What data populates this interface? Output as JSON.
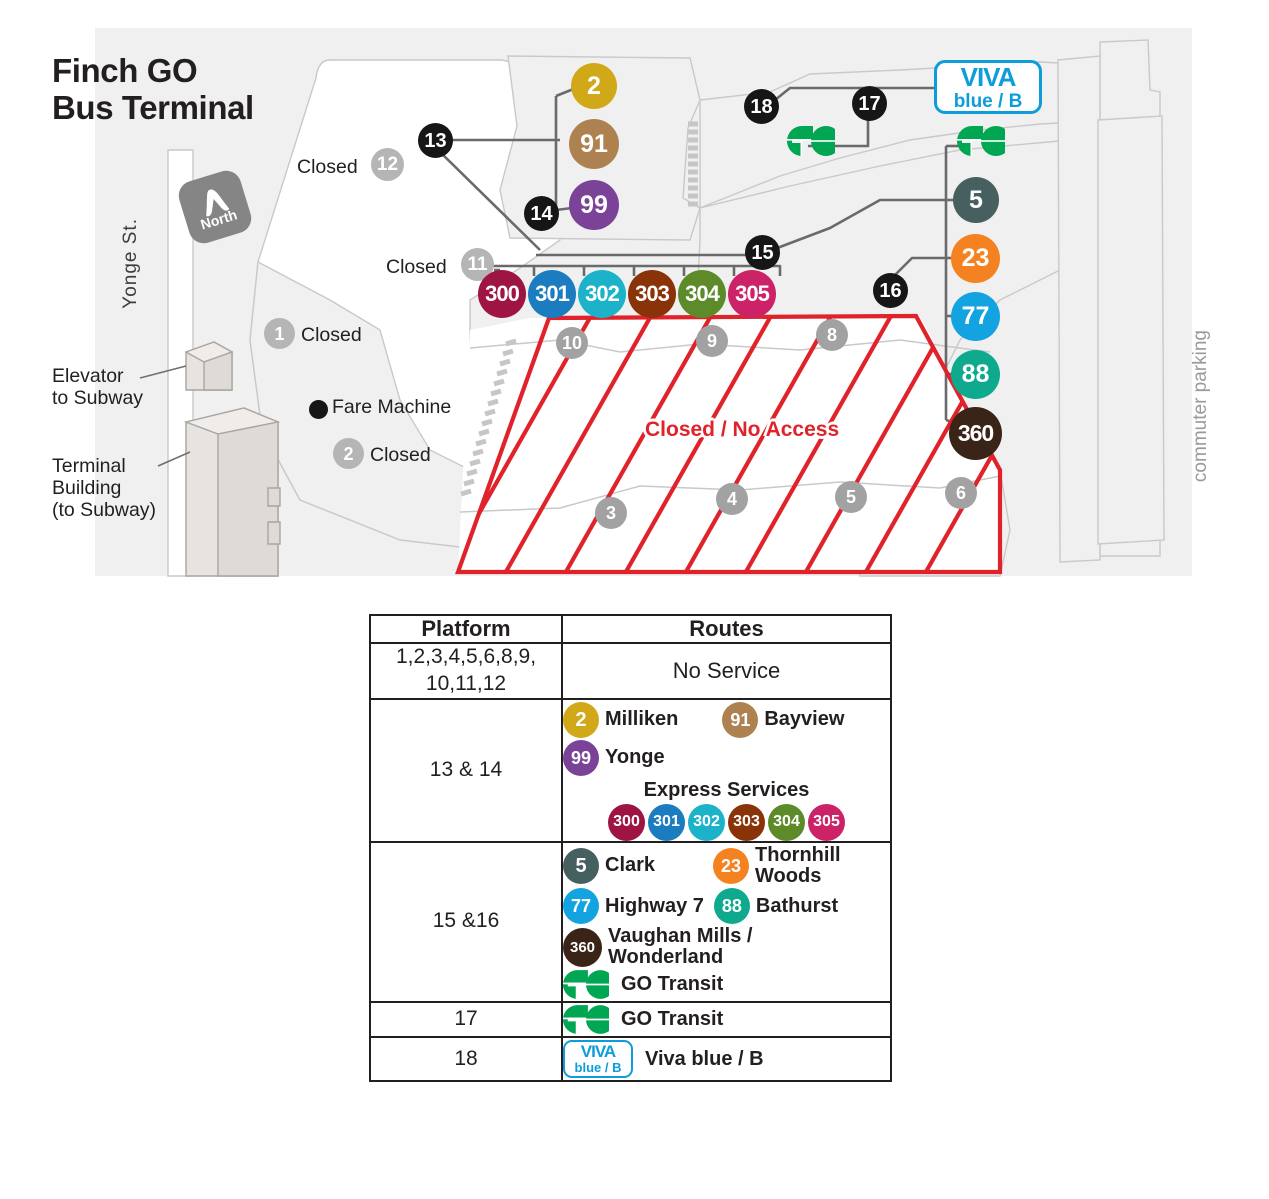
{
  "map": {
    "title": "Finch GO\nBus Terminal",
    "street_label": "Yonge  St.",
    "parking_label": "commuter parking",
    "north_label": "North",
    "fare_machine_label": "Fare Machine",
    "elevator_label": "Elevator\nto Subway",
    "terminal_label": "Terminal\nBuilding\n(to Subway)",
    "closed_zone_label": "Closed / No Access",
    "closed_word": "Closed",
    "viva": {
      "top": "VIVA",
      "bottom": "blue / B"
    },
    "route_badges": [
      {
        "id": "2",
        "label": "2",
        "color": "#d0a818"
      },
      {
        "id": "91",
        "label": "91",
        "color": "#ae8250"
      },
      {
        "id": "99",
        "label": "99",
        "color": "#7b4397"
      },
      {
        "id": "300",
        "label": "300",
        "color": "#9e1443"
      },
      {
        "id": "301",
        "label": "301",
        "color": "#1b7cc0"
      },
      {
        "id": "302",
        "label": "302",
        "color": "#1cb3ca"
      },
      {
        "id": "303",
        "label": "303",
        "color": "#8a3309"
      },
      {
        "id": "304",
        "label": "304",
        "color": "#5d8b2a"
      },
      {
        "id": "305",
        "label": "305",
        "color": "#cc2267"
      },
      {
        "id": "5",
        "label": "5",
        "color": "#45605e"
      },
      {
        "id": "23",
        "label": "23",
        "color": "#f58220"
      },
      {
        "id": "77",
        "label": "77",
        "color": "#13a3e0"
      },
      {
        "id": "88",
        "label": "88",
        "color": "#0faa8e"
      },
      {
        "id": "360",
        "label": "360",
        "color": "#3a2317"
      }
    ],
    "platform_markers_black": [
      "13",
      "14",
      "15",
      "16",
      "17",
      "18"
    ],
    "platform_markers_grey": [
      "1",
      "2",
      "3",
      "4",
      "5",
      "6",
      "8",
      "9",
      "10",
      "11",
      "12"
    ],
    "closed_labels": [
      {
        "platform": "12",
        "text": "Closed"
      },
      {
        "platform": "11",
        "text": "Closed"
      },
      {
        "platform": "1",
        "text": "Closed"
      },
      {
        "platform": "2",
        "text": "Closed"
      }
    ]
  },
  "table": {
    "headers": {
      "platform": "Platform",
      "routes": "Routes"
    },
    "rows": [
      {
        "platform": "1,2,3,4,5,6,8,9,\n10,11,12",
        "type": "text",
        "text": "No Service"
      },
      {
        "platform": "13 & 14",
        "type": "routes",
        "groups": [
          [
            {
              "badge": "2",
              "color": "#d0a818",
              "name": "Milliken"
            },
            {
              "badge": "91",
              "color": "#ae8250",
              "name": "Bayview"
            }
          ],
          [
            {
              "badge": "99",
              "color": "#7b4397",
              "name": "Yonge"
            }
          ]
        ],
        "express_title": "Express Services",
        "express": [
          {
            "badge": "300",
            "color": "#9e1443"
          },
          {
            "badge": "301",
            "color": "#1b7cc0"
          },
          {
            "badge": "302",
            "color": "#1cb3ca"
          },
          {
            "badge": "303",
            "color": "#8a3309"
          },
          {
            "badge": "304",
            "color": "#5d8b2a"
          },
          {
            "badge": "305",
            "color": "#cc2267"
          }
        ]
      },
      {
        "platform": "15 &16",
        "type": "routes",
        "groups": [
          [
            {
              "badge": "5",
              "color": "#45605e",
              "name": "Clark"
            },
            {
              "badge": "23",
              "color": "#f58220",
              "name": "Thornhill\nWoods"
            }
          ],
          [
            {
              "badge": "77",
              "color": "#13a3e0",
              "name": "Highway 7"
            },
            {
              "badge": "88",
              "color": "#0faa8e",
              "name": "Bathurst"
            }
          ],
          [
            {
              "badge": "360",
              "color": "#3a2317",
              "name": "Vaughan Mills /\nWonderland"
            }
          ],
          [
            {
              "badge": "GO",
              "color": "#00a651",
              "name": "GO Transit",
              "logo": "go-transit-logo"
            }
          ]
        ]
      },
      {
        "platform": "17",
        "type": "routes",
        "groups": [
          [
            {
              "badge": "GO",
              "color": "#00a651",
              "name": "GO Transit",
              "logo": "go-transit-logo"
            }
          ]
        ]
      },
      {
        "platform": "18",
        "type": "routes",
        "groups": [
          [
            {
              "badge": "VIVA",
              "color": "#0d9ddb",
              "name": "Viva blue / B",
              "logo": "viva-blue-logo"
            }
          ]
        ]
      }
    ]
  }
}
